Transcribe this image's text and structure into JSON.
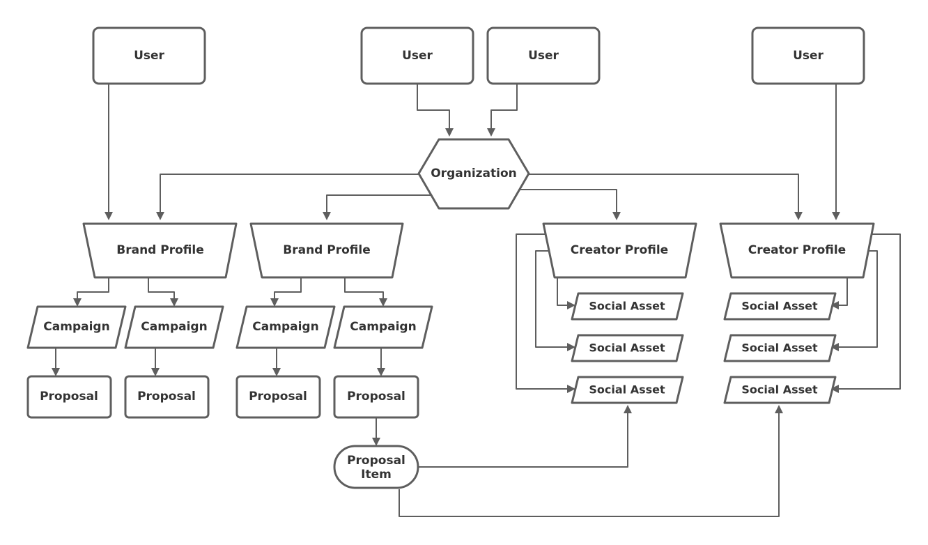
{
  "nodes": {
    "user_1": "User",
    "user_2": "User",
    "user_3": "User",
    "user_4": "User",
    "organization": "Organization",
    "brand_profile_1": "Brand Profile",
    "brand_profile_2": "Brand Profile",
    "creator_profile_1": "Creator Profile",
    "creator_profile_2": "Creator Profile",
    "campaign_1": "Campaign",
    "campaign_2": "Campaign",
    "campaign_3": "Campaign",
    "campaign_4": "Campaign",
    "proposal_1": "Proposal",
    "proposal_2": "Proposal",
    "proposal_3": "Proposal",
    "proposal_4": "Proposal",
    "proposal_item_line1": "Proposal",
    "proposal_item_line2": "Item",
    "social_asset_1": "Social Asset",
    "social_asset_2": "Social Asset",
    "social_asset_3": "Social Asset",
    "social_asset_4": "Social Asset",
    "social_asset_5": "Social Asset",
    "social_asset_6": "Social Asset"
  },
  "edges": [
    [
      "user_1",
      "brand_profile_1"
    ],
    [
      "user_2",
      "organization"
    ],
    [
      "user_3",
      "organization"
    ],
    [
      "user_4",
      "creator_profile_2"
    ],
    [
      "organization",
      "brand_profile_1"
    ],
    [
      "organization",
      "brand_profile_2"
    ],
    [
      "organization",
      "creator_profile_1"
    ],
    [
      "organization",
      "creator_profile_2"
    ],
    [
      "brand_profile_1",
      "campaign_1"
    ],
    [
      "brand_profile_1",
      "campaign_2"
    ],
    [
      "brand_profile_2",
      "campaign_3"
    ],
    [
      "brand_profile_2",
      "campaign_4"
    ],
    [
      "campaign_1",
      "proposal_1"
    ],
    [
      "campaign_2",
      "proposal_2"
    ],
    [
      "campaign_3",
      "proposal_3"
    ],
    [
      "campaign_4",
      "proposal_4"
    ],
    [
      "proposal_4",
      "proposal_item"
    ],
    [
      "creator_profile_1",
      "social_asset_1"
    ],
    [
      "creator_profile_1",
      "social_asset_2"
    ],
    [
      "creator_profile_1",
      "social_asset_3"
    ],
    [
      "creator_profile_2",
      "social_asset_4"
    ],
    [
      "creator_profile_2",
      "social_asset_5"
    ],
    [
      "creator_profile_2",
      "social_asset_6"
    ],
    [
      "proposal_item",
      "social_asset_3"
    ],
    [
      "proposal_item",
      "social_asset_6"
    ]
  ],
  "colors": {
    "stroke": "#5e5e5e",
    "text": "#333333",
    "fill": "#ffffff"
  }
}
